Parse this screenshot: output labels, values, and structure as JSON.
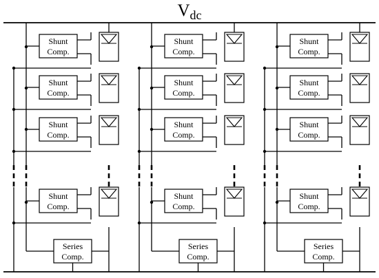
{
  "header": {
    "bus_label_main": "V",
    "bus_label_sub": "dc"
  },
  "shunt_box": {
    "line1": "Shunt",
    "line2": "Comp."
  },
  "series_box": {
    "line1": "Series",
    "line2": "Comp."
  },
  "diagram": {
    "strings": 3,
    "shunt_units_per_string": 4,
    "series_units_per_string": 1
  },
  "colors": {
    "wire": "#000000",
    "background": "#ffffff"
  }
}
